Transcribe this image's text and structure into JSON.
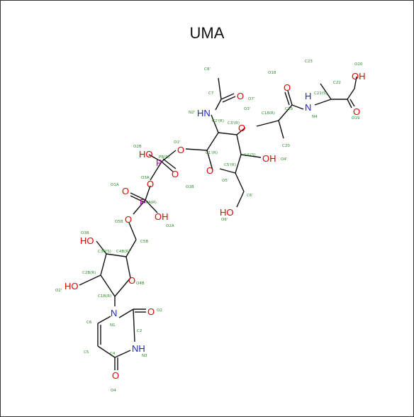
{
  "title": "UMA",
  "colors": {
    "oxygen": "#e00000",
    "nitrogen": "#2020d0",
    "phosphorus": "#b000b0",
    "annotation": "#2a8a2a",
    "bond": "#111111"
  },
  "atoms": {
    "o20": "OH",
    "o22": "O",
    "n4": "N",
    "h_n4": "H",
    "o19b": "O",
    "o3p": "O",
    "o4p": "OH",
    "n2p": "HN",
    "o7p": "O",
    "o1p": "O",
    "o5p": "O",
    "o6p": "HO",
    "p1": "P",
    "o2b": "HO",
    "o1b": "O",
    "o3a": "O",
    "o1a": "O",
    "p2": "P",
    "o2a": "OH",
    "o5b": "O",
    "o3b": "HO",
    "o2": "HO",
    "o4b": "O",
    "n1": "N",
    "o2u": "O",
    "n3": "NH",
    "o4": "O"
  },
  "annotations": [
    "C23",
    "O20",
    "C22",
    "O18",
    "C21(S)",
    "C19",
    "N4",
    "O19",
    "C8'",
    "C7",
    "O7'",
    "O3'",
    "C18(R)",
    "C20",
    "N2'",
    "C2'(R)",
    "C3'(R)",
    "O2B",
    "O1'",
    "PB(R)",
    "C1'(R)",
    "C4'(S)",
    "O4'",
    "C5'(R)",
    "O5'",
    "O3A",
    "O1B",
    "C6'",
    "O6'",
    "O1A",
    "PA(R)",
    "O5B",
    "O2A",
    "C5B",
    "O3B",
    "C3B(S)",
    "C4B(R)",
    "C2B(R)",
    "O2'",
    "O4B",
    "C1B(R)",
    "O2",
    "C6",
    "N1",
    "C2",
    "C5",
    "N3",
    "C4",
    "O4"
  ]
}
